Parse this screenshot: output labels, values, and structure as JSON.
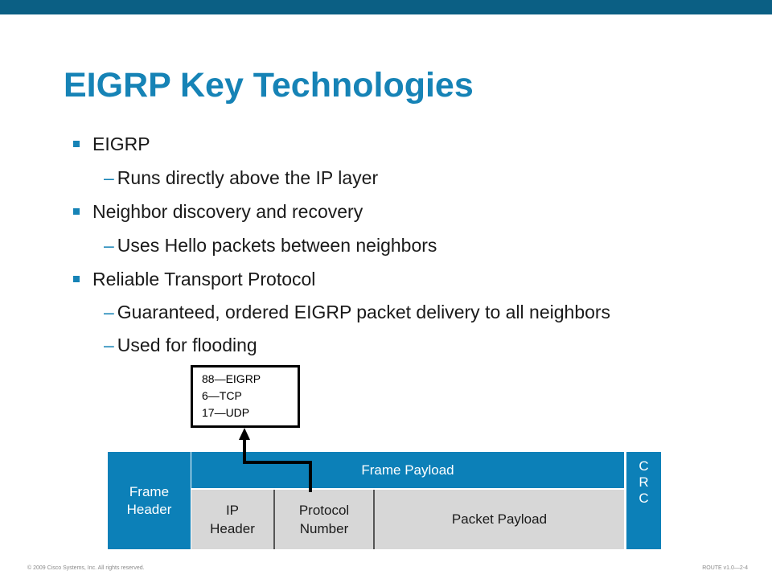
{
  "slide": {
    "title": "EIGRP Key Technologies",
    "bullets": [
      {
        "text": "EIGRP",
        "sub": [
          "Runs directly above the IP layer"
        ]
      },
      {
        "text": "Neighbor discovery and recovery",
        "sub": [
          "Uses Hello packets between neighbors"
        ]
      },
      {
        "text": "Reliable Transport Protocol",
        "sub": [
          "Guaranteed, ordered EIGRP packet delivery to all neighbors",
          "Used for flooding"
        ]
      }
    ],
    "sub_marker": "–",
    "protocol_box": [
      "88—EIGRP",
      "6—TCP",
      "17—UDP"
    ],
    "frame": {
      "frame_header": [
        "Frame",
        "Header"
      ],
      "frame_payload": "Frame Payload",
      "crc": [
        "C",
        "R",
        "C"
      ],
      "ip_header": [
        "IP",
        "Header"
      ],
      "protocol_number": [
        "Protocol",
        "Number"
      ],
      "packet_payload": "Packet Payload"
    },
    "footer_left": "© 2009 Cisco Systems, Inc. All rights reserved.",
    "footer_right": "ROUTE v1.0—2-4"
  },
  "colors": {
    "band": "#0b5f84",
    "title": "#1683b6",
    "frame_blue": "#0c80b8",
    "packet_grey": "#d7d7d7"
  }
}
